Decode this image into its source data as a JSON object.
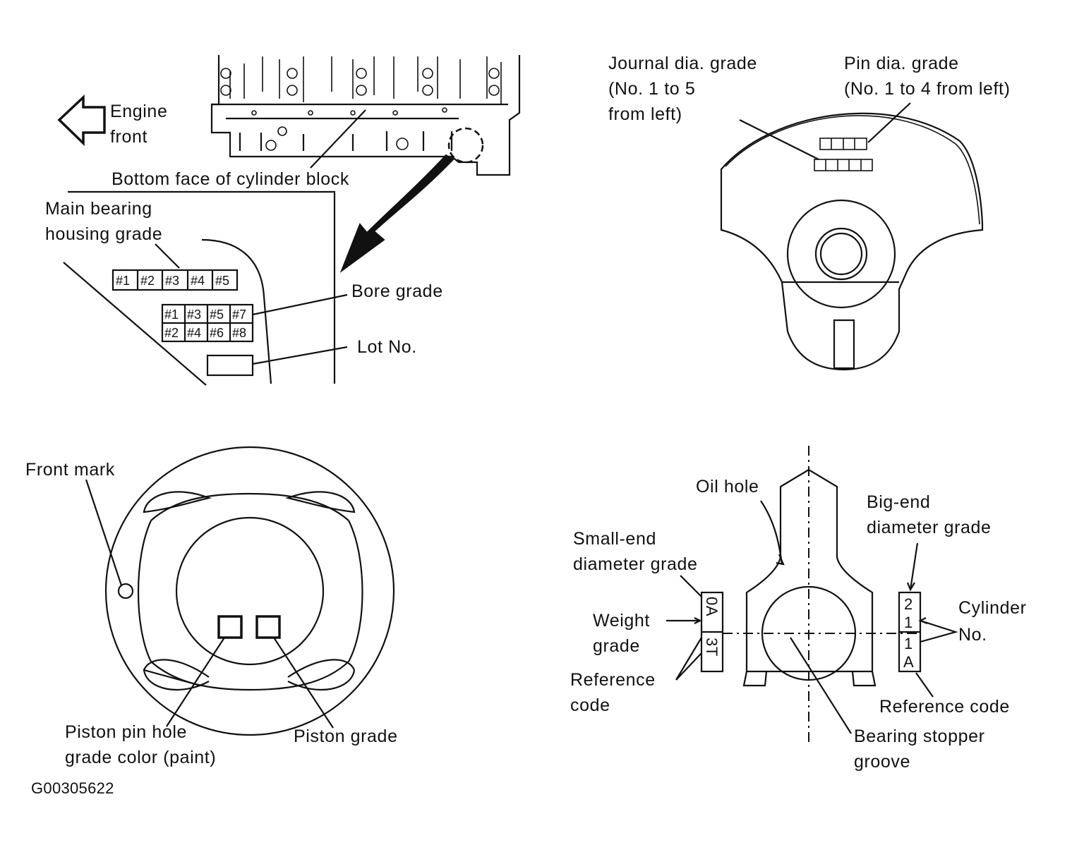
{
  "block": {
    "engine_front": [
      "Engine",
      "front"
    ],
    "bottom_face": "Bottom face of cylinder block",
    "main_bearing_housing": [
      "Main bearing",
      "housing grade"
    ],
    "main_bearing_cells": [
      "#1",
      "#2",
      "#3",
      "#4",
      "#5"
    ],
    "bore_grade": "Bore grade",
    "bore_cells_top": [
      "#1",
      "#3",
      "#5",
      "#7"
    ],
    "bore_cells_bottom": [
      "#2",
      "#4",
      "#6",
      "#8"
    ],
    "lot_no": "Lot No."
  },
  "crankshaft": {
    "journal": [
      "Journal dia. grade",
      "(No. 1 to 5",
      "from left)"
    ],
    "pin": [
      "Pin dia. grade",
      "(No. 1 to 4 from left)"
    ]
  },
  "piston": {
    "front_mark": "Front mark",
    "pin_hole": [
      "Piston pin hole",
      "grade color (paint)"
    ],
    "grade": "Piston grade"
  },
  "conrod": {
    "oil_hole": "Oil hole",
    "small_end": [
      "Small-end",
      "diameter grade"
    ],
    "weight": [
      "Weight",
      "grade"
    ],
    "reference_left": [
      "Reference",
      "code"
    ],
    "big_end": [
      "Big-end",
      "diameter grade"
    ],
    "cylinder": [
      "Cylinder",
      "No."
    ],
    "reference_right": "Reference code",
    "stopper": [
      "Bearing stopper",
      "groove"
    ],
    "left_box_codes": [
      "0A",
      "3T"
    ],
    "right_box_codes": [
      "2",
      "1",
      "1",
      "A"
    ]
  },
  "figure_id": "G00305622"
}
